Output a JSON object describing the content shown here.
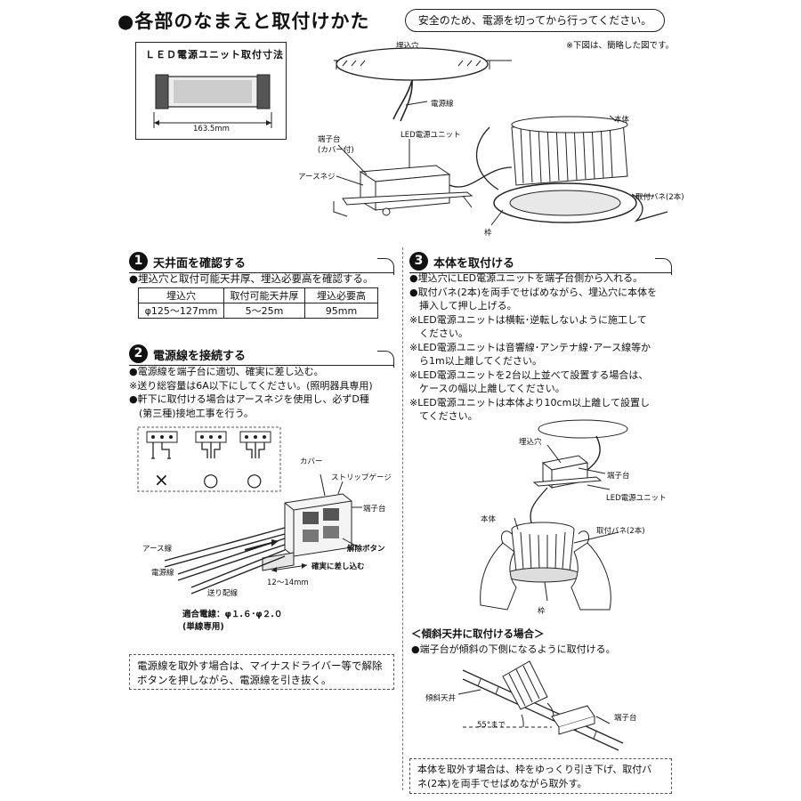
{
  "header": {
    "title": "●各部のなまえと取付けかた",
    "safety_note": "安全のため、電源を切ってから行ってください。",
    "simplified_note": "※下図は、簡略した図です。"
  },
  "unit_dimension": {
    "title": "ＬＥＤ電源ユニット取付寸法",
    "length": "163.5mm"
  },
  "parts": {
    "hole": "埋込穴",
    "power_cable": "電源線",
    "body": "本体",
    "terminal": "端子台",
    "terminal_cover": "(カバー付)",
    "led_unit": "LED電源ユニット",
    "earth_screw": "アースネジ",
    "spring": "取付バネ(2本)",
    "frame": "枠"
  },
  "section1": {
    "num": "1",
    "title": "天井面を確認する",
    "text": "●埋込穴と取付可能天井厚、埋込必要高を確認する。",
    "table_headers": [
      "埋込穴",
      "取付可能天井厚",
      "埋込必要高"
    ],
    "table_row": [
      "φ125〜127mm",
      "5〜25m",
      "95mm"
    ]
  },
  "section2": {
    "num": "2",
    "title": "電源線を接続する",
    "lines": [
      "●電源線を端子台に適切、確実に差し込む。",
      "※送り総容量は6A以下にしてください。(照明器具専用)",
      "●軒下に取付ける場合はアースネジを使用し、必ずD種",
      "　(第三種)接地工事を行う。"
    ],
    "mark_ng": "×",
    "mark_ok1": "○",
    "mark_ok2": "○",
    "labels": {
      "cover": "カバー",
      "strip_gauge": "ストリップゲージ",
      "terminal": "端子台",
      "earth_wire": "アース線",
      "release_button": "解除ボタン",
      "power_wire": "電源線",
      "insert": "確実に差し込む",
      "strip_length": "12〜14mm",
      "feed_wire": "送り配線",
      "wire_size": "適合電線：φ１.６･φ２.０",
      "single_only": "(単線専用)"
    },
    "note_lines": [
      "電源線を取外す場合は、マイナスドライバー等で解除",
      "ボタンを押しながら、電源線を引き抜く。"
    ]
  },
  "section3": {
    "num": "3",
    "title": "本体を取付ける",
    "lines": [
      "●埋込穴にLED電源ユニットを端子台側から入れる。",
      "●取付バネ(2本)を両手でせばめながら、埋込穴に本体を",
      "　挿入して押し上げる。",
      "※LED電源ユニットは横転･逆転しないように施工して",
      "　ください。",
      "※LED電源ユニットは音響線･アンテナ線･アース線等か",
      "　ら1m以上離してください。",
      "※LED電源ユニットを2台以上並べて設置する場合は、",
      "　ケースの幅以上離してください。",
      "※LED電源ユニットは本体より10cm以上離して設置し",
      "　てください。"
    ],
    "labels": {
      "hole": "埋込穴",
      "terminal": "端子台",
      "led_unit": "LED電源ユニット",
      "body": "本体",
      "spring": "取付バネ(2本)",
      "frame": "枠"
    }
  },
  "slope": {
    "title": "＜傾斜天井に取付ける場合＞",
    "text": "●端子台が傾斜の下側になるように取付ける。",
    "ceiling": "傾斜天井",
    "angle": "55°まで",
    "terminal": "端子台"
  },
  "removal_note": [
    "本体を取外す場合は、枠をゆっくり引き下げ、取付バ",
    "ネ(2本)を両手でせばめながら取外す。"
  ]
}
